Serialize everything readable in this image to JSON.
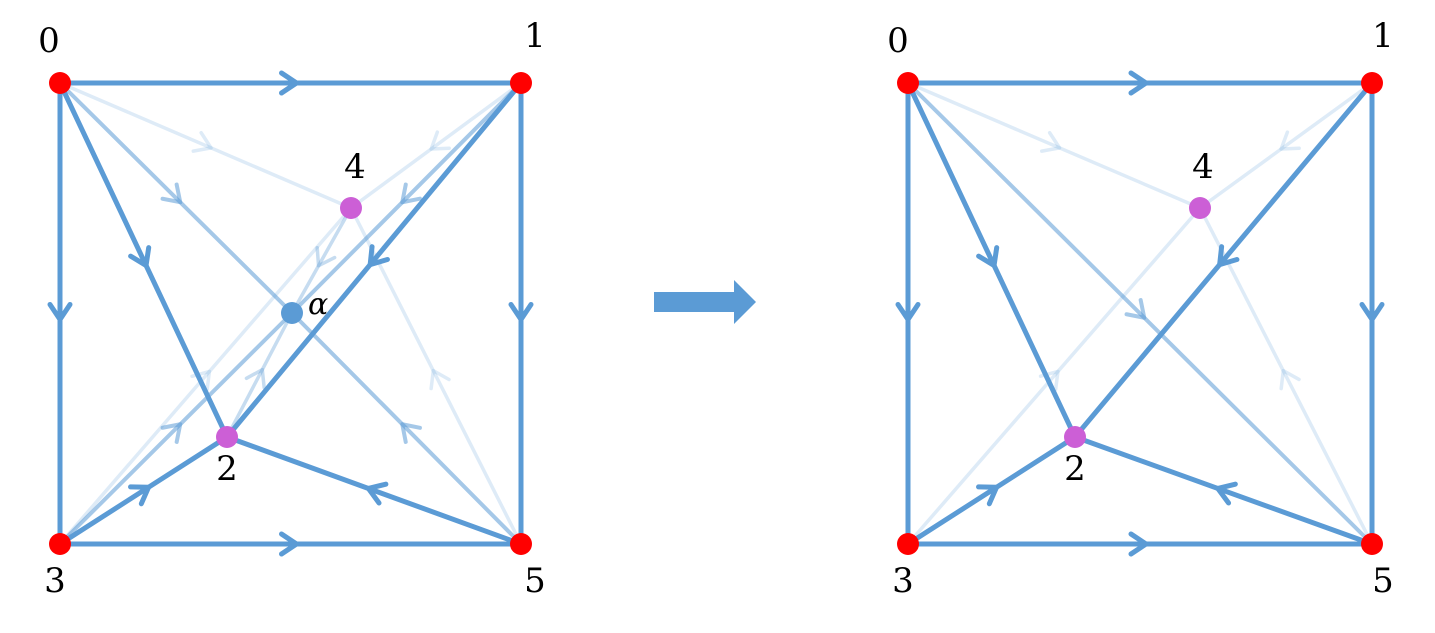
{
  "colors": {
    "edge": "#5b9bd5",
    "vertex_corner": "#ff0000",
    "vertex_inner": "#cc5fd6",
    "vertex_alpha": "#5b9bd5",
    "transition_arrow": "#5b9bd5",
    "label": "#000000"
  },
  "transition_arrow_icon": "right-arrow-icon",
  "diagrams": [
    {
      "name": "before",
      "vertices": [
        {
          "id": "0",
          "label": "0",
          "kind": "corner"
        },
        {
          "id": "1",
          "label": "1",
          "kind": "corner"
        },
        {
          "id": "2",
          "label": "2",
          "kind": "inner"
        },
        {
          "id": "3",
          "label": "3",
          "kind": "corner"
        },
        {
          "id": "4",
          "label": "4",
          "kind": "inner"
        },
        {
          "id": "5",
          "label": "5",
          "kind": "corner"
        },
        {
          "id": "alpha",
          "label": "α",
          "kind": "alpha"
        }
      ],
      "edges": [
        {
          "from": "0",
          "to": "1",
          "emphasis": "strong"
        },
        {
          "from": "0",
          "to": "3",
          "emphasis": "strong"
        },
        {
          "from": "1",
          "to": "5",
          "emphasis": "strong"
        },
        {
          "from": "3",
          "to": "5",
          "emphasis": "strong"
        },
        {
          "from": "0",
          "to": "2",
          "emphasis": "strong"
        },
        {
          "from": "1",
          "to": "2",
          "emphasis": "strong"
        },
        {
          "from": "3",
          "to": "2",
          "emphasis": "strong"
        },
        {
          "from": "5",
          "to": "2",
          "emphasis": "strong"
        },
        {
          "from": "0",
          "to": "alpha",
          "emphasis": "medium"
        },
        {
          "from": "5",
          "to": "alpha",
          "emphasis": "medium"
        },
        {
          "from": "1",
          "to": "alpha",
          "emphasis": "medium"
        },
        {
          "from": "3",
          "to": "alpha",
          "emphasis": "medium"
        },
        {
          "from": "4",
          "to": "alpha",
          "emphasis": "light"
        },
        {
          "from": "2",
          "to": "alpha",
          "emphasis": "light"
        },
        {
          "from": "0",
          "to": "4",
          "emphasis": "faint"
        },
        {
          "from": "1",
          "to": "4",
          "emphasis": "faint"
        },
        {
          "from": "3",
          "to": "4",
          "emphasis": "faint"
        },
        {
          "from": "5",
          "to": "4",
          "emphasis": "faint"
        }
      ]
    },
    {
      "name": "after",
      "vertices": [
        {
          "id": "0",
          "label": "0",
          "kind": "corner"
        },
        {
          "id": "1",
          "label": "1",
          "kind": "corner"
        },
        {
          "id": "2",
          "label": "2",
          "kind": "inner"
        },
        {
          "id": "3",
          "label": "3",
          "kind": "corner"
        },
        {
          "id": "4",
          "label": "4",
          "kind": "inner"
        },
        {
          "id": "5",
          "label": "5",
          "kind": "corner"
        }
      ],
      "edges": [
        {
          "from": "0",
          "to": "1",
          "emphasis": "strong"
        },
        {
          "from": "0",
          "to": "3",
          "emphasis": "strong"
        },
        {
          "from": "1",
          "to": "5",
          "emphasis": "strong"
        },
        {
          "from": "3",
          "to": "5",
          "emphasis": "strong"
        },
        {
          "from": "0",
          "to": "2",
          "emphasis": "strong"
        },
        {
          "from": "1",
          "to": "2",
          "emphasis": "strong"
        },
        {
          "from": "3",
          "to": "2",
          "emphasis": "strong"
        },
        {
          "from": "5",
          "to": "2",
          "emphasis": "strong"
        },
        {
          "from": "0",
          "to": "5",
          "emphasis": "medium"
        },
        {
          "from": "0",
          "to": "4",
          "emphasis": "faint"
        },
        {
          "from": "1",
          "to": "4",
          "emphasis": "faint"
        },
        {
          "from": "3",
          "to": "4",
          "emphasis": "faint"
        },
        {
          "from": "5",
          "to": "4",
          "emphasis": "faint"
        }
      ]
    }
  ]
}
